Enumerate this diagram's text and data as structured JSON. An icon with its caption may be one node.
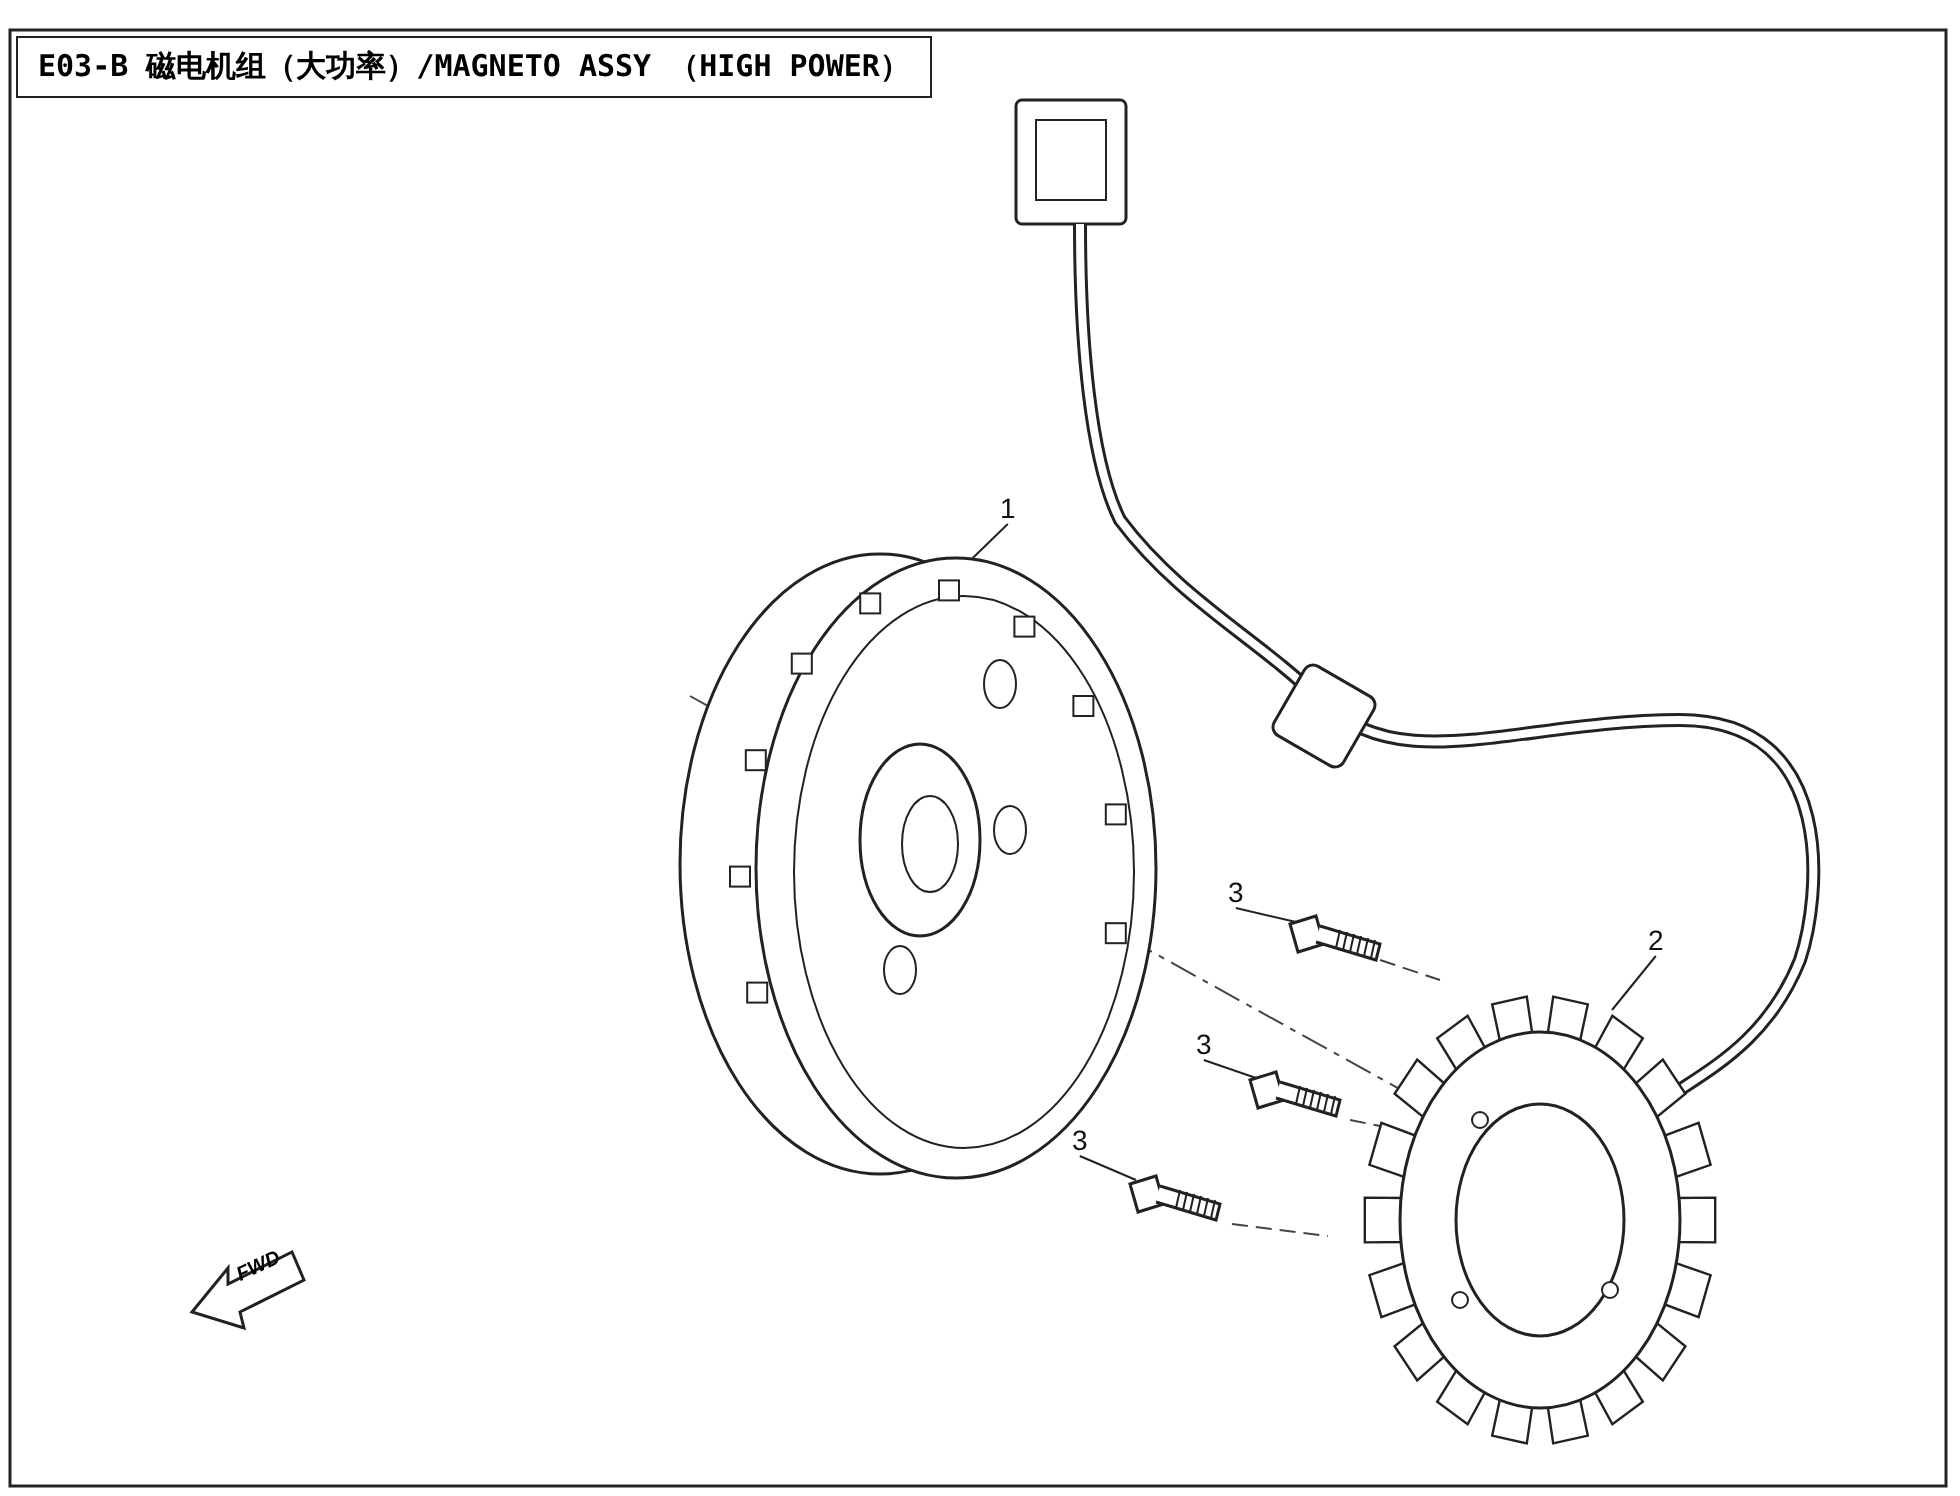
{
  "diagram": {
    "title": "E03-B 磁电机组（大功率）/MAGNETO ASSY （HIGH POWER）",
    "nodes": [
      {
        "text": [
          "1"
        ]
      },
      {
        "text": [],
        "shape": "picture"
      },
      {
        "text": [
          "2"
        ]
      },
      {
        "text": [],
        "shape": "picture"
      },
      {
        "text": [
          "3"
        ]
      },
      {
        "text": [],
        "shape": "picture"
      },
      {
        "text": [
          "3"
        ]
      },
      {
        "text": [],
        "shape": "picture"
      },
      {
        "text": [
          "3"
        ]
      },
      {
        "text": [],
        "shape": "picture"
      }
    ],
    "edges": [
      {
        "from": 0,
        "to": 1,
        "arrow": "none"
      },
      {
        "from": 2,
        "to": 3,
        "arrow": "none"
      },
      {
        "from": 4,
        "to": 5,
        "arrow": "none"
      },
      {
        "from": 6,
        "to": 7,
        "arrow": "none"
      },
      {
        "from": 8,
        "to": 9,
        "arrow": "none"
      }
    ],
    "labels": [
      "FWD"
    ]
  }
}
